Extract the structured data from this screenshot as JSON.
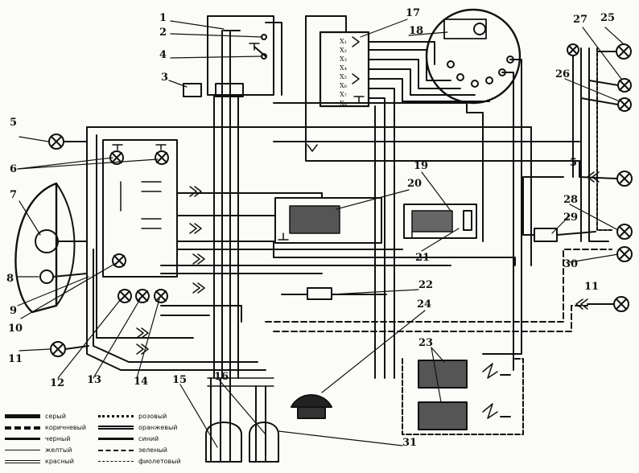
{
  "callouts": [
    "1",
    "2",
    "3",
    "4",
    "5",
    "6",
    "7",
    "8",
    "9",
    "10",
    "11",
    "12",
    "13",
    "14",
    "15",
    "16",
    "17",
    "18",
    "19",
    "20",
    "21",
    "22",
    "23",
    "24",
    "25",
    "26",
    "27",
    "28",
    "29",
    "30",
    "31"
  ],
  "switch_terminals": [
    "X₁",
    "X₂",
    "X₃",
    "X₄",
    "X₅",
    "X₆",
    "X₇",
    "X₈"
  ],
  "legend": [
    {
      "label": "серый",
      "style": "gray"
    },
    {
      "label": "коричневый",
      "style": "brown"
    },
    {
      "label": "черный",
      "style": "black"
    },
    {
      "label": "желтый",
      "style": "yellow"
    },
    {
      "label": "красный",
      "style": "red"
    },
    {
      "label": "розовый",
      "style": "pink"
    },
    {
      "label": "оранжевый",
      "style": "orange"
    },
    {
      "label": "синий",
      "style": "blue"
    },
    {
      "label": "зеленый",
      "style": "green"
    },
    {
      "label": "фиолетовый",
      "style": "violet"
    }
  ],
  "colors": {
    "ink": "#111111",
    "paper": "#fbfbf8"
  }
}
